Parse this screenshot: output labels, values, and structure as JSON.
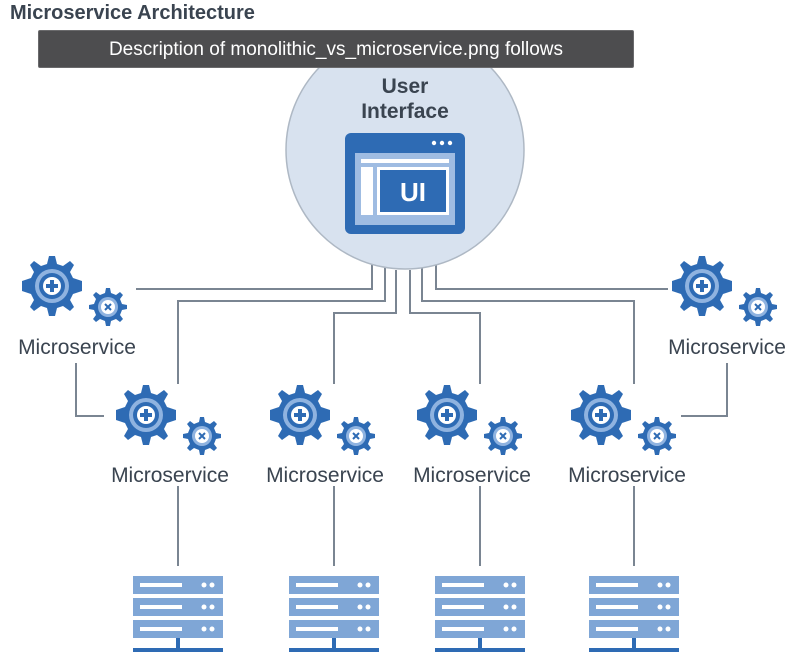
{
  "page_title": "Microservice Architecture",
  "tooltip": "Description of monolithic_vs_microservice.png follows",
  "ui_node": {
    "label_line1": "User",
    "label_line2": "Interface",
    "icon_text": "UI"
  },
  "microservice_label": "Microservice",
  "colors": {
    "gear_blue": "#2e6bb4",
    "gear_light": "#8fb3e0",
    "circle_fill": "#d8e2ef",
    "connector": "#7a8592",
    "server_blue": "#2e6bb4",
    "server_light": "#7fa6d6",
    "text": "#3a4450"
  }
}
